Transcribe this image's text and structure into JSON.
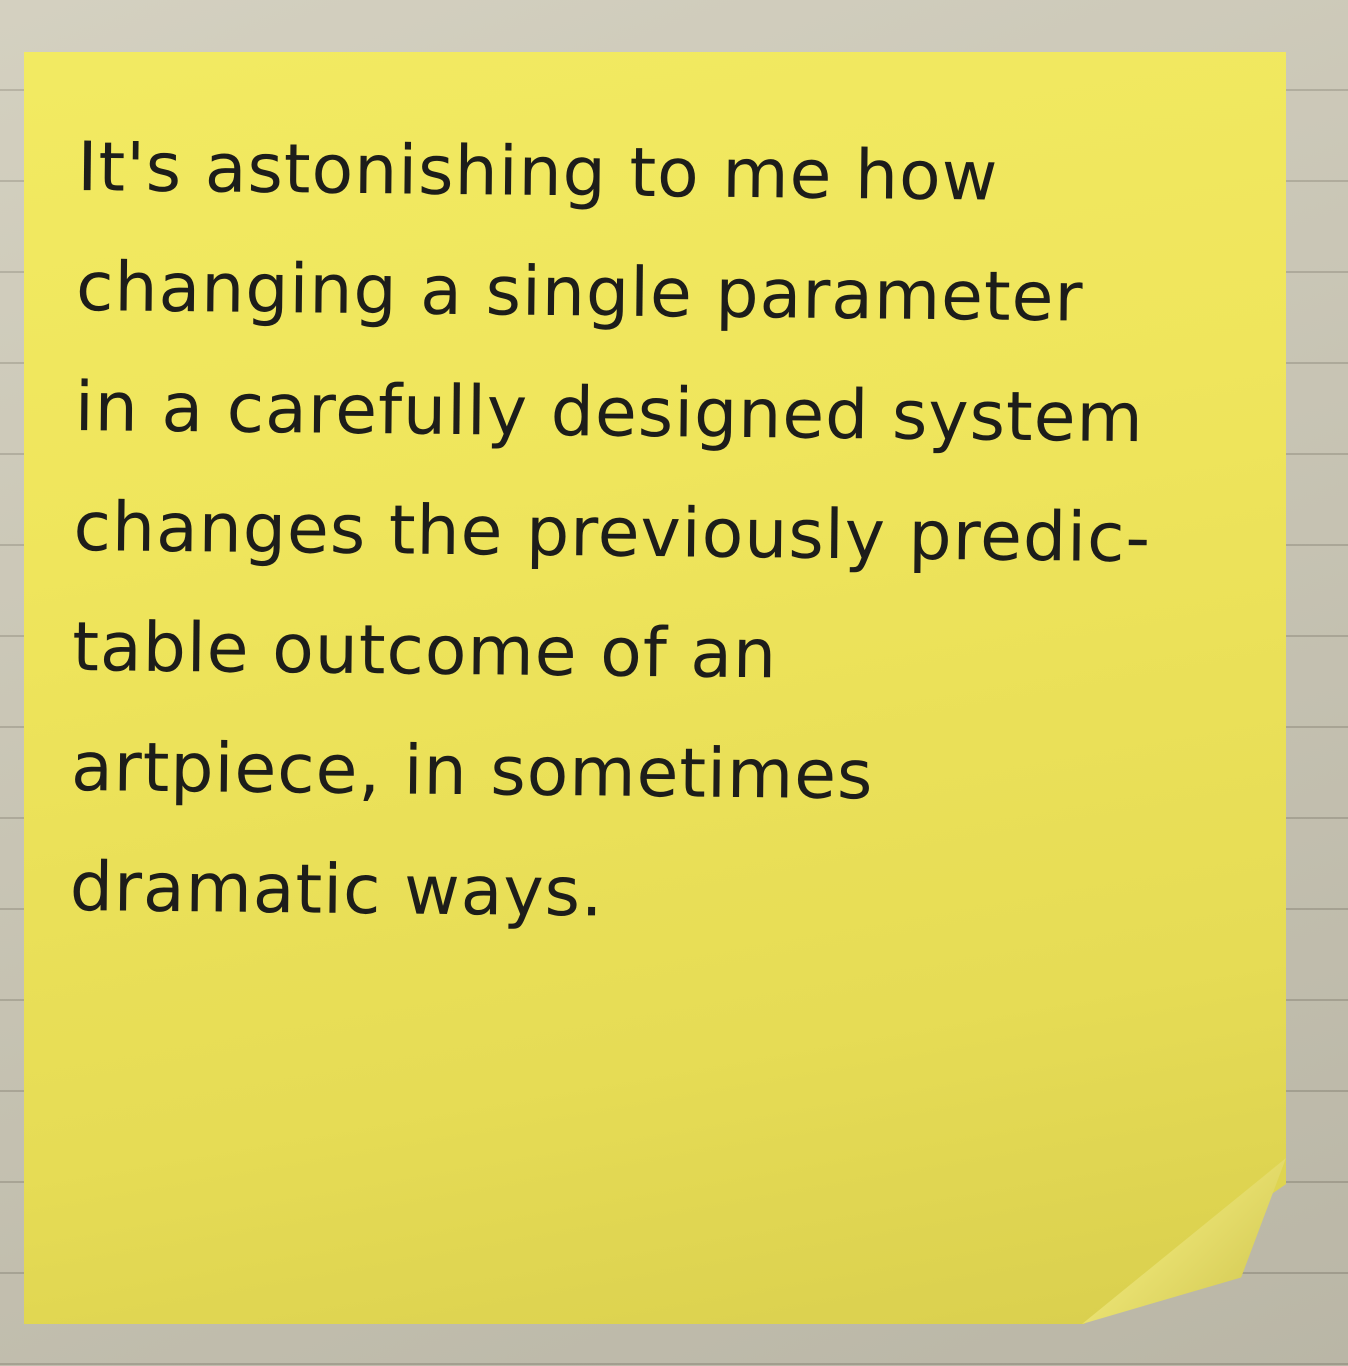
{
  "note": {
    "lines": [
      "It's astonishing to me how",
      "changing a single parameter",
      "in a carefully designed system",
      "changes the previously predic-",
      "table outcome of an",
      "artpiece, in sometimes",
      "dramatic ways."
    ],
    "colors": {
      "note_yellow": "#efe55c",
      "ink": "#1d1d1a",
      "paper": "#cfcbb9"
    }
  }
}
